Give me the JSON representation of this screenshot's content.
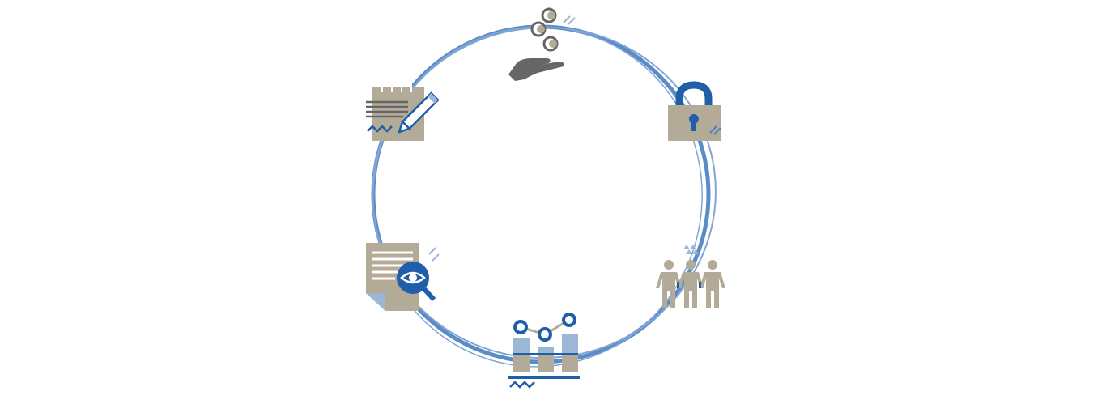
{
  "diagram": {
    "type": "cycle",
    "colors": {
      "ring": "#5b8cc6",
      "ring_light": "#7fa6d6",
      "tan": "#b4aa98",
      "blue_dark": "#1f5ea8",
      "blue_mid": "#4a7fc0",
      "blue_light": "#9ab7d6",
      "gray": "#666666",
      "white": "#ffffff"
    },
    "steps": [
      {
        "id": "coins-hand",
        "icon": "coins-hand-icon"
      },
      {
        "id": "padlock",
        "icon": "padlock-icon"
      },
      {
        "id": "people",
        "icon": "people-group-icon"
      },
      {
        "id": "bar-chart",
        "icon": "bar-chart-icon"
      },
      {
        "id": "document-review",
        "icon": "document-magnifier-icon"
      },
      {
        "id": "notepad-pencil",
        "icon": "notepad-pencil-icon"
      }
    ]
  }
}
